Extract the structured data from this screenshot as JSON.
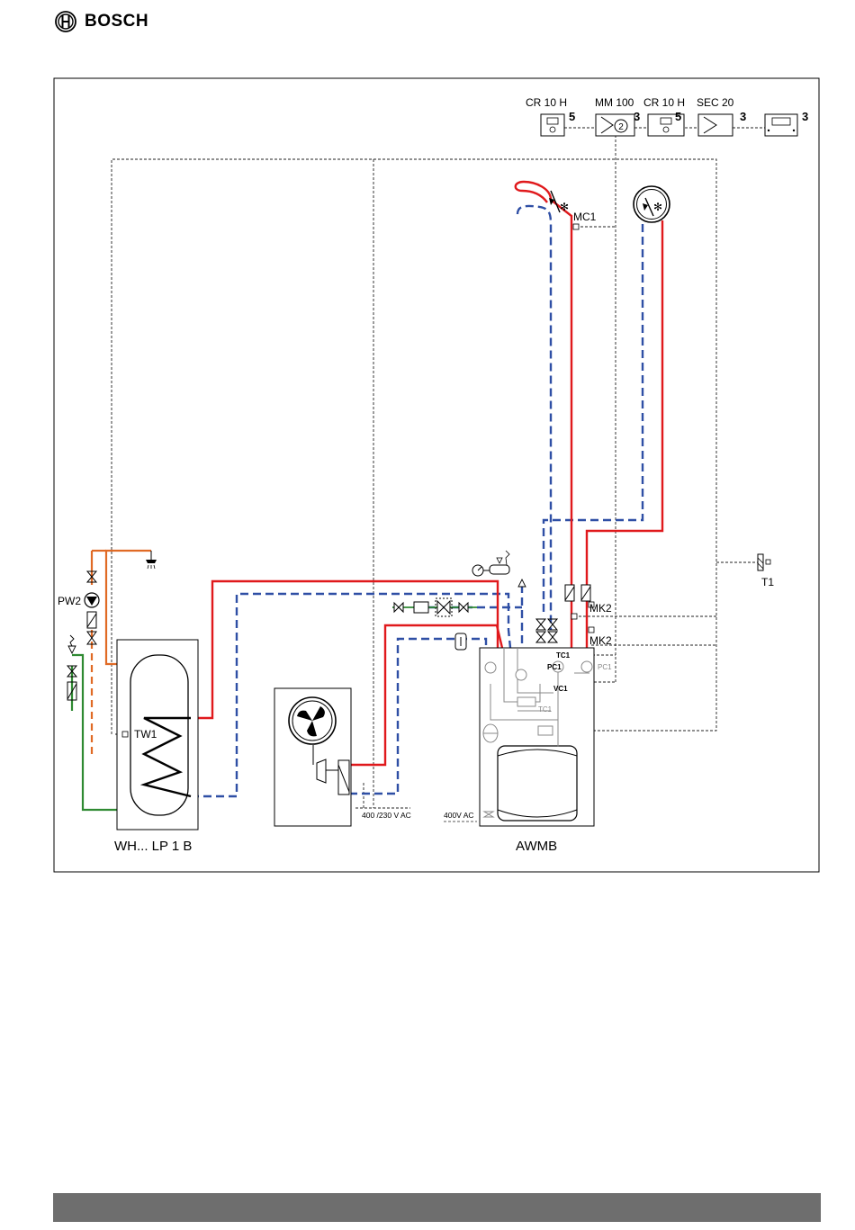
{
  "brand": {
    "name": "BOSCH"
  },
  "colors": {
    "flow": "#e0191c",
    "return": "#2f4fa5",
    "hot_water": "#e06a25",
    "cold_water": "#2f8a32",
    "wiring": "#222222",
    "footer": "#6e6e6e"
  },
  "icons": [
    "bosch-logo-icon",
    "fan-icon",
    "shower-icon",
    "pump-icon",
    "valve-icon",
    "thermostat-icon",
    "sensor-icon",
    "gauge-icon"
  ],
  "controls": {
    "cr10h_a": {
      "label": "CR 10 H",
      "num": "5"
    },
    "mm100": {
      "label": "MM 100",
      "num": "3",
      "circuit": "2"
    },
    "cr10h_b": {
      "label": "CR 10 H",
      "num": "5"
    },
    "sec20": {
      "label": "SEC 20",
      "num": "3"
    },
    "ui": {
      "num": "3"
    }
  },
  "labels": {
    "mc1": "MC1",
    "t1": "T1",
    "pw2": "PW2",
    "tw1": "TW1",
    "mk2_a": "MK2",
    "mk2_b": "MK2",
    "tc1_a": "TC1",
    "pc1_a": "PC1",
    "pc1_b": "PC1",
    "vc1": "VC1",
    "tc1_b": "TC1",
    "voltage_outdoor": "400 /230 V AC",
    "voltage_indoor": "400V AC"
  },
  "units": {
    "tank": "WH... LP 1 B",
    "indoor": "AWMB"
  }
}
